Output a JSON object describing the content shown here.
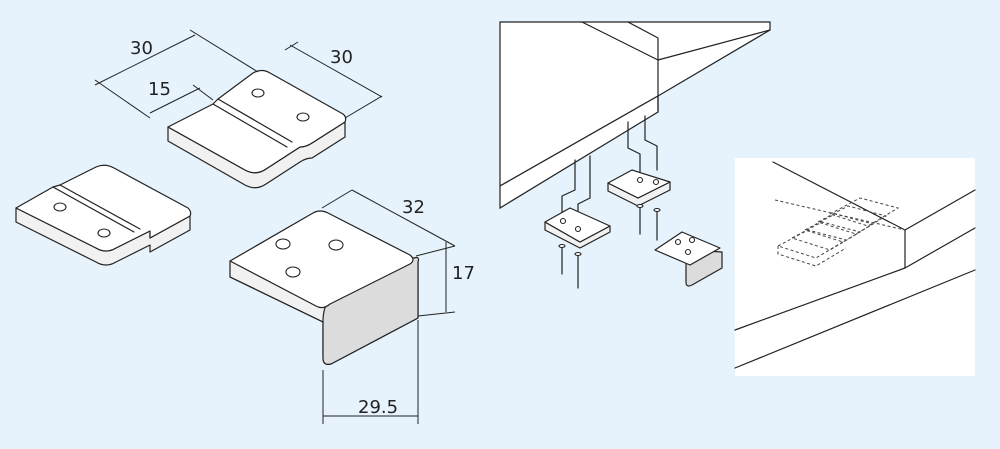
{
  "dimensions": {
    "clip_a_width": "30",
    "clip_a_offset": "15",
    "clip_a_depth": "30",
    "angle_width": "32",
    "angle_height": "17",
    "angle_depth": "29.5"
  },
  "colors": {
    "background": "#e6f3fc",
    "line": "#222222",
    "face": "#ffffff",
    "shade": "#dcdcdc"
  }
}
